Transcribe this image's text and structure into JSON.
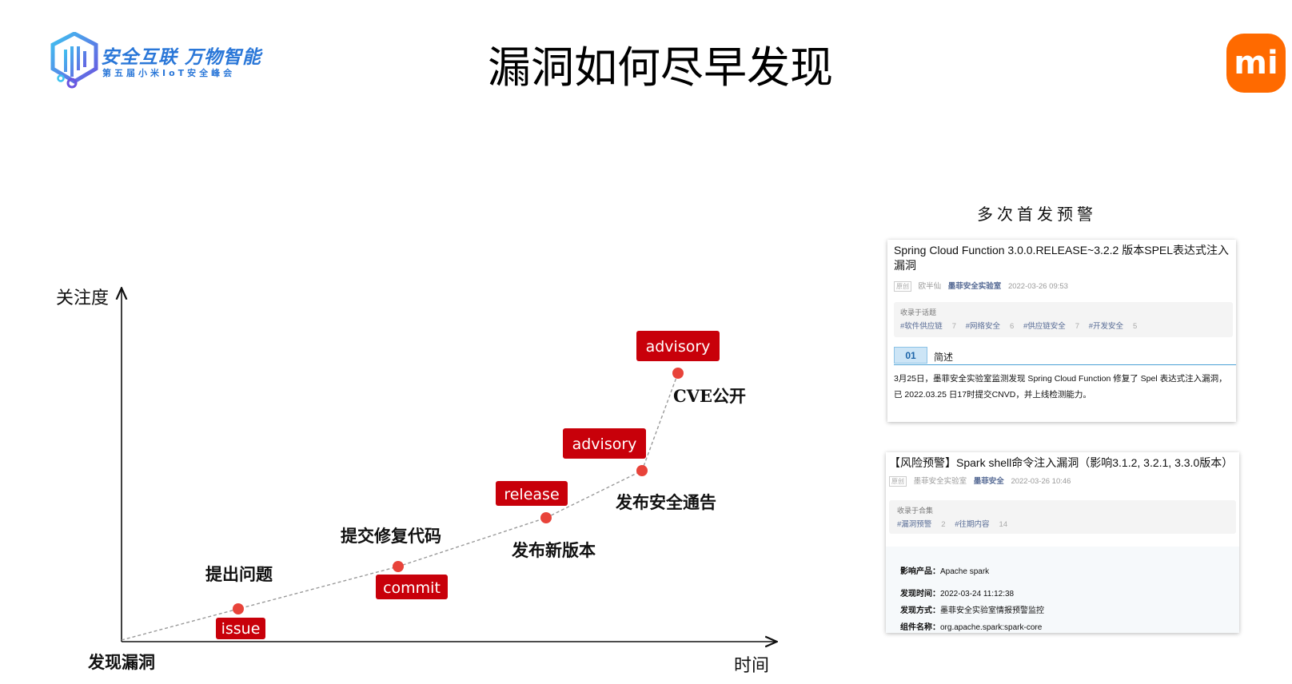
{
  "header": {
    "logo_title": "安全互联 万物智能",
    "logo_subtitle": "第五届小米IoT安全峰会",
    "page_title": "漏洞如何尽早发现",
    "brand_mark": "mi"
  },
  "colors": {
    "tag_red": "#c8000a",
    "dot_red": "#e8433a",
    "brand_orange": "#ff6a00",
    "logo_blue": "#2a77d8",
    "link_blue": "#576b95"
  },
  "diagram": {
    "y_axis_label": "关注度",
    "x_axis_label": "时间",
    "origin_label": "发现漏洞",
    "stages": [
      {
        "tag": "issue",
        "label": "提出问题"
      },
      {
        "tag": "commit",
        "label": "提交修复代码"
      },
      {
        "tag": "release",
        "label": "发布新版本"
      },
      {
        "tag": "advisory",
        "label": "发布安全通告"
      },
      {
        "tag": "advisory",
        "label": "CVE公开"
      }
    ]
  },
  "right_panel": {
    "heading": "多次首发预警",
    "card1": {
      "title": "Spring Cloud Function 3.0.0.RELEASE~3.2.2 版本SPEL表达式注入漏洞",
      "original_tag": "原创",
      "author": "欧半仙",
      "account": "墨菲安全实验室",
      "datetime": "2022-03-26 09:53",
      "topics_heading": "收录于话题",
      "topics": [
        {
          "name": "#软件供应链",
          "count": "7"
        },
        {
          "name": "#网络安全",
          "count": "6"
        },
        {
          "name": "#供应链安全",
          "count": "7"
        },
        {
          "name": "#开发安全",
          "count": "5"
        }
      ],
      "section_number": "01",
      "section_name": "简述",
      "body_line1": "3月25日，墨菲安全实验室监测发现 Spring Cloud Function 修复了 Spel 表达式注入漏洞，",
      "body_line2": "已 2022.03.25 日17时提交CNVD，并上线检测能力。"
    },
    "card2": {
      "title": "【风险预警】Spark shell命令注入漏洞（影响3.1.2, 3.2.1, 3.3.0版本）",
      "original_tag": "原创",
      "author": "墨菲安全实验室",
      "account": "墨菲安全",
      "datetime": "2022-03-26 10:46",
      "collection_heading": "收录于合集",
      "collections": [
        {
          "name": "#漏洞预警",
          "count": "2"
        },
        {
          "name": "#往期内容",
          "count": "14"
        }
      ],
      "info": [
        {
          "key": "影响产品：",
          "value": "Apache spark"
        },
        {
          "key": "发现时间：",
          "value": "2022-03-24 11:12:38"
        },
        {
          "key": "发现方式：",
          "value": "墨菲安全实验室情报预警监控"
        },
        {
          "key": "组件名称：",
          "value": "org.apache.spark:spark-core"
        }
      ]
    }
  }
}
